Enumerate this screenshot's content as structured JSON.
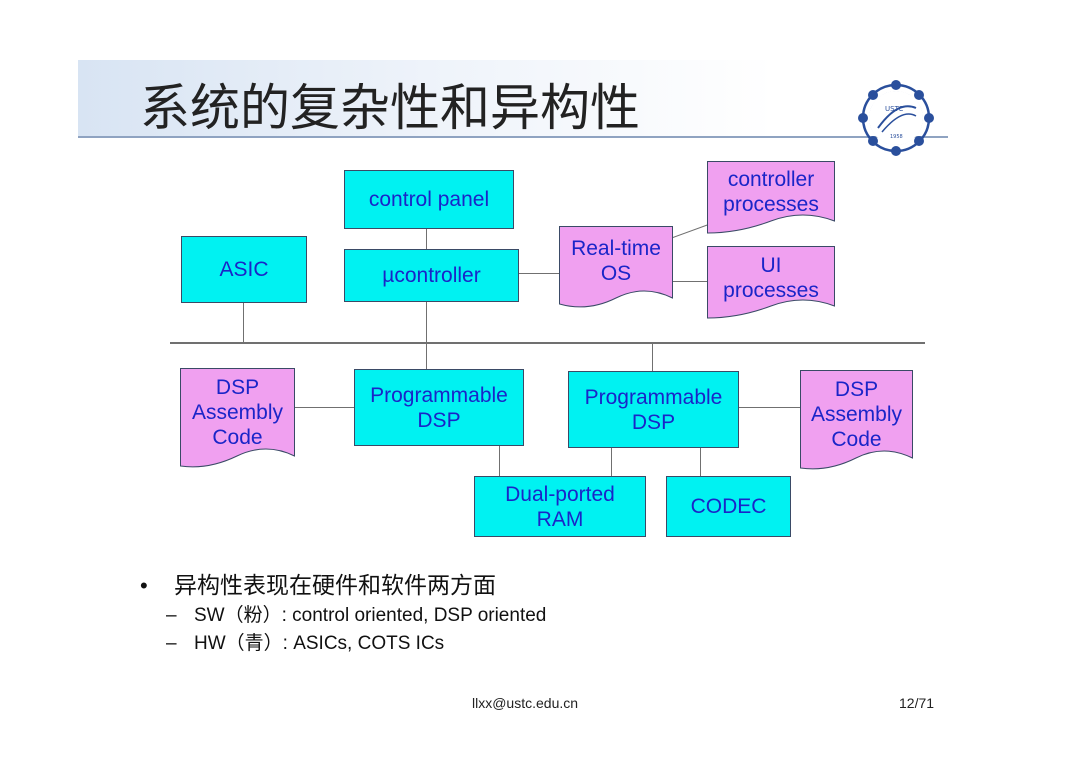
{
  "title": "系统的复杂性和异构性",
  "logo": {
    "text_top": "USTC",
    "text_bottom": "1958",
    "icon": "ustc-logo"
  },
  "colors": {
    "hardware": "#00f2f2",
    "software": "#f0a0f0",
    "text": "#1a25c8"
  },
  "diagram": {
    "control_panel": "control panel",
    "ucontroller": "µcontroller",
    "asic": "ASIC",
    "rtos": [
      "Real-time",
      "OS"
    ],
    "controller_processes": [
      "controller",
      "processes"
    ],
    "ui_processes": [
      "UI",
      "processes"
    ],
    "dsp_code_left": [
      "DSP",
      "Assembly",
      "Code"
    ],
    "dsp_code_right": [
      "DSP",
      "Assembly",
      "Code"
    ],
    "prog_dsp_left": [
      "Programmable",
      "DSP"
    ],
    "prog_dsp_right": [
      "Programmable",
      "DSP"
    ],
    "dual_ram": [
      "Dual-ported",
      "RAM"
    ],
    "codec": "CODEC"
  },
  "bullets": {
    "main": "异构性表现在硬件和软件两方面",
    "sub": [
      "SW（粉）: control oriented, DSP oriented",
      "HW（青）: ASICs, COTS ICs"
    ]
  },
  "footer": {
    "email": "llxx@ustc.edu.cn",
    "page": "12/71"
  }
}
